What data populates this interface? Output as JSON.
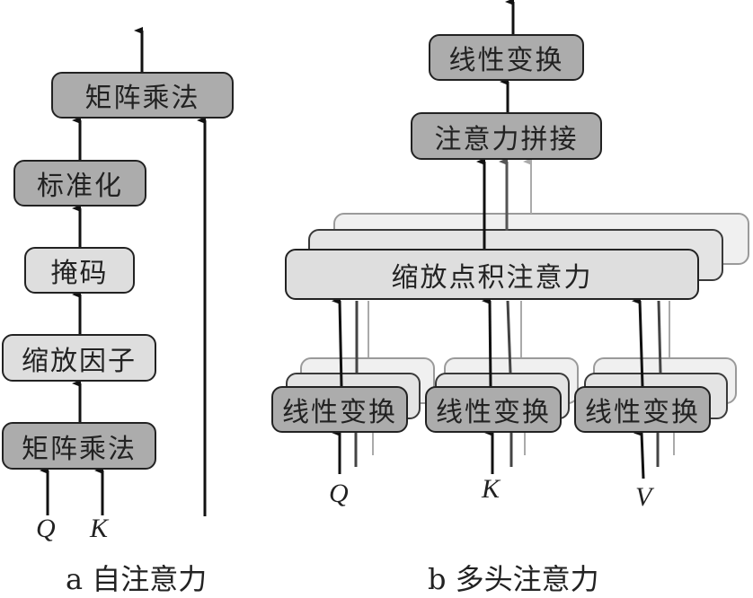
{
  "self_attention": {
    "caption": "a 自注意力",
    "blocks": {
      "top_matmul": "矩阵乘法",
      "softmax": "标准化",
      "mask": "掩码",
      "scale": "缩放因子",
      "bottom_matmul": "矩阵乘法"
    },
    "inputs": {
      "q": "Q",
      "k": "K"
    }
  },
  "multi_head_attention": {
    "caption": "b 多头注意力",
    "blocks": {
      "output_linear": "线性变换",
      "concat": "注意力拼接",
      "sdpa": "缩放点积注意力",
      "linear_q": "线性变换",
      "linear_k": "线性变换",
      "linear_v": "线性变换"
    },
    "inputs": {
      "q": "Q",
      "k": "K",
      "v": "V"
    }
  },
  "colors": {
    "dark_box": "#acacac",
    "light_box": "#dedede",
    "stroke": "#222222"
  }
}
